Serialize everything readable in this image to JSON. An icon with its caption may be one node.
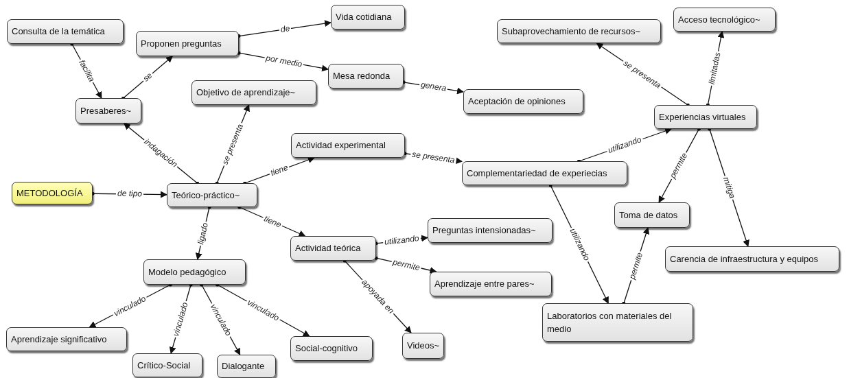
{
  "diagram": {
    "nodes": [
      {
        "text": [
          "Consulta de la temática"
        ]
      },
      {
        "text": [
          "Proponen preguntas"
        ]
      },
      {
        "text": [
          "Vida cotidiana"
        ]
      },
      {
        "text": [
          "Presaberes~"
        ]
      },
      {
        "text": [
          "Mesa redonda"
        ]
      },
      {
        "text": [
          "Objetivo de aprendizaje~"
        ]
      },
      {
        "text": [
          "Aceptación de opiniones"
        ]
      },
      {
        "text": [
          "Subaprovechamiento de recursos~"
        ]
      },
      {
        "text": [
          "Acceso tecnológico~"
        ]
      },
      {
        "text": [
          "Experiencias virtuales"
        ]
      },
      {
        "text": [
          "Actividad experimental"
        ]
      },
      {
        "text": [
          "Complementariedad de experiecias"
        ]
      },
      {
        "text": [
          "METODOLOGÍA"
        ]
      },
      {
        "text": [
          "Teórico-práctico~"
        ]
      },
      {
        "text": [
          "Toma de datos"
        ]
      },
      {
        "text": [
          "Preguntas intensionadas~"
        ]
      },
      {
        "text": [
          "Carencia de infraestructura y equipos"
        ]
      },
      {
        "text": [
          "Modelo pedagógico"
        ]
      },
      {
        "text": [
          "Actividad teórica"
        ]
      },
      {
        "text": [
          "Aprendizaje entre pares~"
        ]
      },
      {
        "text": [
          "Laboratorios con materiales del medio"
        ]
      },
      {
        "text": [
          "Aprendizaje significativo"
        ]
      },
      {
        "text": [
          "Social-cognitivo"
        ]
      },
      {
        "text": [
          "Videos~"
        ]
      },
      {
        "text": [
          "Crítico-Social"
        ]
      },
      {
        "text": [
          "Dialogante"
        ]
      }
    ],
    "edges": [
      {
        "from": 0,
        "to": 3,
        "label": "facilita",
        "arrow": "to"
      },
      {
        "from": 3,
        "to": 1,
        "label": "se",
        "arrow": "to"
      },
      {
        "from": 1,
        "to": 2,
        "label": "de",
        "arrow": "to"
      },
      {
        "from": 1,
        "to": 4,
        "label": "por medio",
        "arrow": "to"
      },
      {
        "from": 4,
        "to": 6,
        "label": "genera",
        "arrow": "to"
      },
      {
        "from": 13,
        "to": 3,
        "label": "indagación",
        "arrow": "to"
      },
      {
        "from": 13,
        "to": 5,
        "label": "se presenta",
        "arrow": "to"
      },
      {
        "from": 13,
        "to": 10,
        "label": "tiene",
        "arrow": "to"
      },
      {
        "from": 12,
        "to": 13,
        "label": "de tipo",
        "arrow": "to"
      },
      {
        "from": 10,
        "to": 11,
        "label": "se presenta",
        "arrow": "to"
      },
      {
        "from": 11,
        "to": 9,
        "label": "utilizando",
        "arrow": "to"
      },
      {
        "from": 9,
        "to": 7,
        "label": "se presenta",
        "arrow": "to"
      },
      {
        "from": 9,
        "to": 8,
        "label": "limitadas",
        "arrow": "to"
      },
      {
        "from": 9,
        "to": 14,
        "label": "permite",
        "arrow": "to"
      },
      {
        "from": 9,
        "to": 16,
        "label": "mitiga",
        "arrow": "to"
      },
      {
        "from": 11,
        "to": 20,
        "label": "utilizando",
        "arrow": "to"
      },
      {
        "from": 20,
        "to": 14,
        "label": "permite",
        "arrow": "to"
      },
      {
        "from": 13,
        "to": 17,
        "label": "ligado",
        "arrow": "to"
      },
      {
        "from": 13,
        "to": 18,
        "label": "tiene",
        "arrow": "to"
      },
      {
        "from": 18,
        "to": 15,
        "label": "utilizando",
        "arrow": "to"
      },
      {
        "from": 18,
        "to": 19,
        "label": "permite",
        "arrow": "to"
      },
      {
        "from": 18,
        "to": 23,
        "label": "apoyada en",
        "arrow": "to"
      },
      {
        "from": 17,
        "to": 21,
        "label": "vinculado",
        "arrow": "to"
      },
      {
        "from": 17,
        "to": 24,
        "label": "vinculado",
        "arrow": "to"
      },
      {
        "from": 17,
        "to": 25,
        "label": "vinculado",
        "arrow": "to"
      },
      {
        "from": 17,
        "to": 22,
        "label": "vinculado",
        "arrow": "to"
      }
    ]
  }
}
